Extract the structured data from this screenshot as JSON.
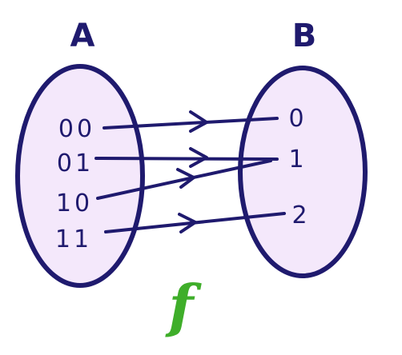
{
  "diagram": {
    "set_a": {
      "label": "A",
      "elements": [
        "00",
        "01",
        "10",
        "11"
      ]
    },
    "set_b": {
      "label": "B",
      "elements": [
        "0",
        "1",
        "2"
      ]
    },
    "function_label": "f",
    "mappings": [
      {
        "from": "00",
        "to": "0"
      },
      {
        "from": "01",
        "to": "1"
      },
      {
        "from": "10",
        "to": "1"
      },
      {
        "from": "11",
        "to": "2"
      }
    ],
    "colors": {
      "outline": "#1f1a6e",
      "set_fill": "#f4e8fb",
      "function_label": "#3fae2a"
    }
  }
}
